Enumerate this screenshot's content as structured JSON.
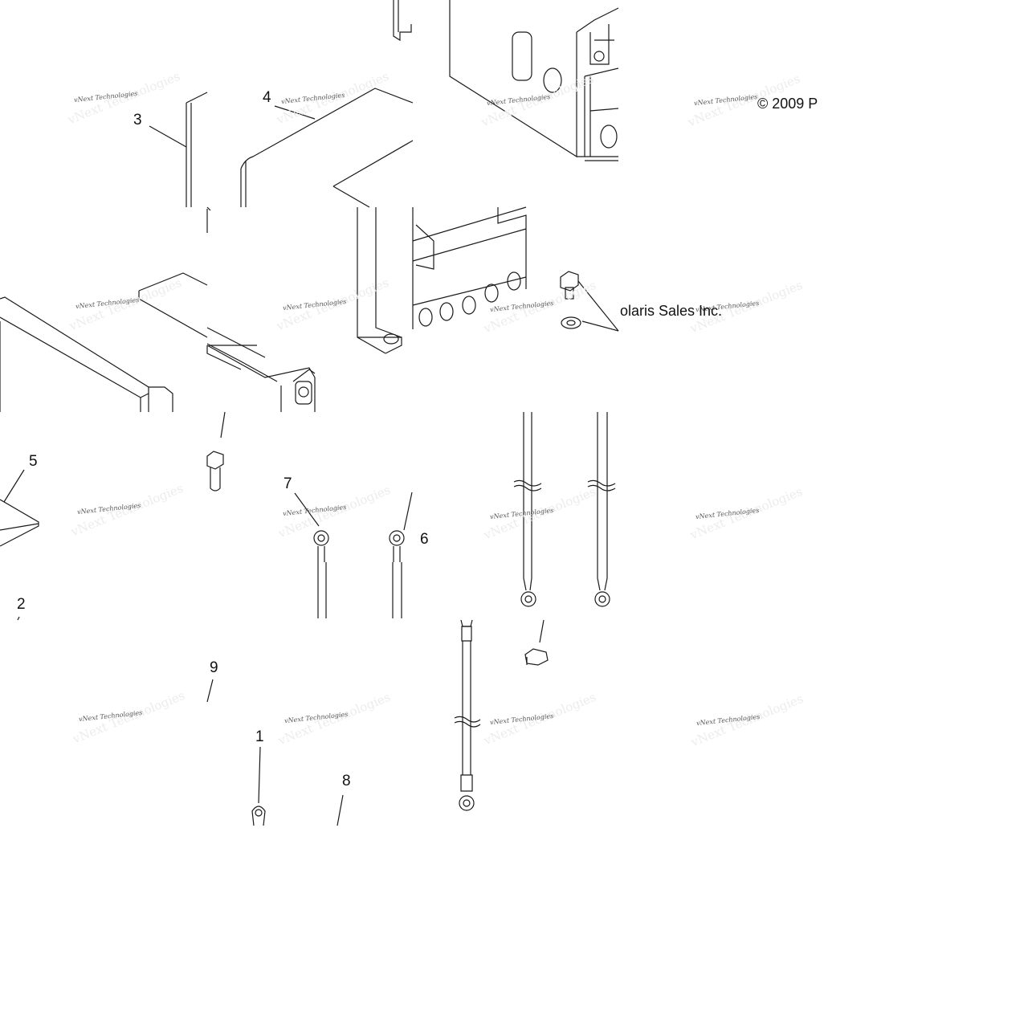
{
  "diagram": {
    "callouts": {
      "c1": "1",
      "c2": "2",
      "c3": "3",
      "c4": "4",
      "c5": "5",
      "c6": "6",
      "c7": "7",
      "c8": "8",
      "c9": "9"
    },
    "copyright_part1": "© 2009 P",
    "copyright_part2": "olaris Sales Inc.",
    "watermark_text": "vNext Technologies"
  },
  "colors": {
    "line": "#1a1a1a",
    "background": "#ffffff"
  }
}
